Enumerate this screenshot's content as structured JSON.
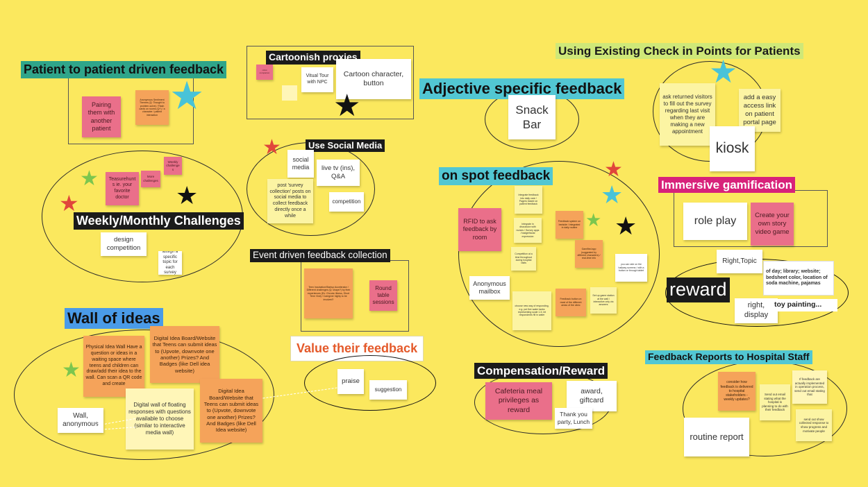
{
  "titles": {
    "patient_feedback": "Patient to patient driven feedback",
    "cartoonish": "Cartoonish proxies",
    "adjective": "Adjective specific feedback",
    "check_in": "Using Existing Check in Points for Patients",
    "social_media": "Use Social Media",
    "on_spot": "on spot feedback",
    "gamification": "Immersive gamification",
    "challenges": "Weekly/Monthly Challenges",
    "event_driven": "Event driven feedback collection",
    "wall": "Wall of ideas",
    "value": "Value their feedback",
    "compensation": "Compensation/Reward",
    "reports": "Feedback Reports to Hospital Staff",
    "reward": "reward"
  },
  "notes": {
    "pairing": "Pairing them with another patient",
    "anon_tiny": "Anonymous Sentiment Themes (Q: Thought to problem-solve) / Flash cards on rooms (Q+) / a character / patient interaction",
    "cartoon_tiny": "robot companion",
    "virtual_tour": "Vitual Tour with NPC",
    "cartoon_char": "Cartoon character, button",
    "snack_bar": "Snack Bar",
    "ask_returned": "ask returned visitors to fill out the survey regarding last visit when they are making a new appointment",
    "easy_link": "add a easy access link on patient portal page",
    "kiosk": "kiosk",
    "social_media_note": "social media",
    "live_tv": "live tv (ins), Q&A",
    "post_survey": "post 'survey collection' posts on social media to collect feedback directly once a while",
    "competition": "competition",
    "teasure": "Teasurehunts ie. your favorite doctor",
    "weekly_challenges": "Weekly challenges",
    "more_challenges": "More challenges",
    "design_comp": "design competition",
    "assign_topic": "assign a specific topic for each survey",
    "teen_incubator": "Teen Incubation/Startup Accelerator / Different challenges (Q: shape?) by their experiences (Ex: Chronic illness, Short Term Visit) / Caregiver highly to be involved?",
    "round_table": "Round table sessions",
    "on_spot_1": "Integrate feedback into daily care / Pagers based on patient feedback",
    "rfid": "RFID to ask feedback by room",
    "on_spot_2": "Feedback system on bedside / integrated in daily routine",
    "on_spot_3": "Integrate in discussion with nurses / Survey apps / badge/facial expression",
    "on_spot_4": "Competition at a time throughout during hospital visits",
    "on_spot_5": "Gamified app (suggested by different characters) / real-time info",
    "on_spot_6": "you can rate on the hallway screens / with a button or through tablet",
    "anon_mailbox": "Anonymous mailbox",
    "on_spot_7": "choose new way of responding, e.g. put five water tanks representing scale 1-5, let respondents fill in water",
    "on_spot_8": "Feedback button on most of the different areas of the clinic",
    "on_spot_9": "Set up game station at the wall / interactive only via answers",
    "role_play": "role play",
    "own_story": "Create your own story video game",
    "right_topic": "Right,Topic",
    "day_library": "of day; library; website; bedsheet color, location of soda machine, pajamas",
    "right_display": "right, display",
    "toy_painting": "toy painting...",
    "physical_wall": "Physical Idea Wall Have a question or ideas in a waiting space where teens and children can draw/add their idea to the wall. Can scan a QR code and create",
    "digital_board_1": "Digital Idea Board/Website that Teens can submit ideas to (Upvote, downvote one another) Prizes? And Badges (like Dell idea website)",
    "digital_wall": "Digital wall of floating responses with questions available to choose (similar to interactive media wall)",
    "digital_board_2": "Digital Idea Board/Website that Teens can submit ideas to (Upvote, downvote one another) Prizes? And Badges (like Dell Idea website)",
    "wall_anon": "Wall, anonymous",
    "praise": "praise",
    "suggestion": "suggestion",
    "cafeteria": "Cafeteria meal privileges as reward",
    "award": "award, giftcard",
    "thank_you": "Thank you party, Lunch",
    "consider": "consider how feedback is delivered to hospital stakeholders - weekly updates?",
    "send_email": "Send out email stating what the hospital is planning to do with their feedback",
    "if_feedback": "If feedback are actually implemented in operation process, send out email stating that",
    "send_show": "send out show collected response to show progress and motivate people",
    "routine": "routine report"
  },
  "colors": {
    "board": "#fbe85e",
    "star_red": "#e0463b",
    "star_cyan": "#48c3d8",
    "star_green": "#7cc64e",
    "star_black": "#111111"
  },
  "icons": [
    "star-icon"
  ]
}
